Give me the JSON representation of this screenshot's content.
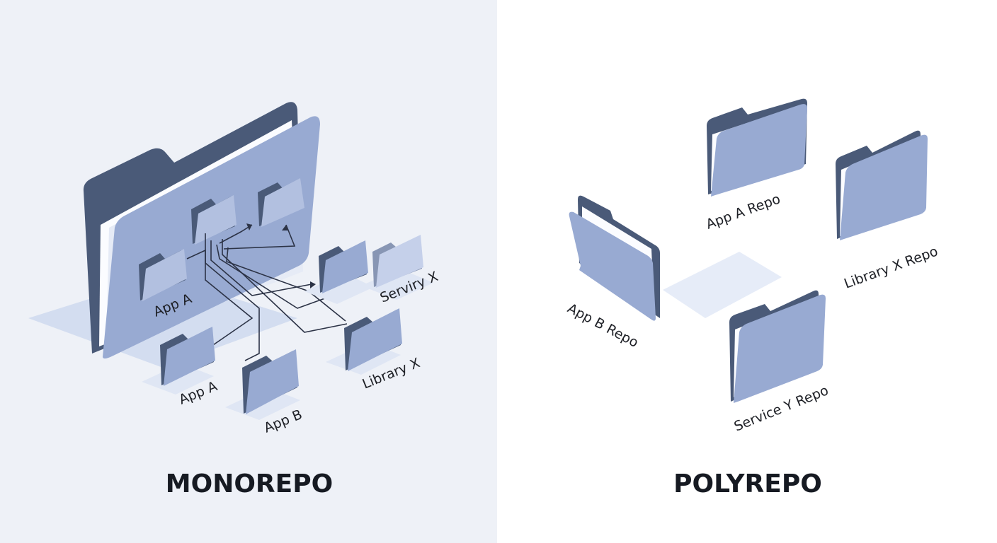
{
  "colors": {
    "left_background": "#eef1f7",
    "right_background": "#ffffff",
    "folder_back": "#4a5a78",
    "folder_front": "#98aad2",
    "folder_front_light": "#b2c0e0",
    "paper": "#fbfcff",
    "shadow": "#cad6ee",
    "connector": "#2c3346",
    "text": "#1e2026"
  },
  "monorepo": {
    "title": "MONOREPO",
    "nested_labels": {
      "app_a": "App A"
    },
    "outer_labels": {
      "app_a": "App A",
      "app_b": "App B",
      "service_x": "Serviry X",
      "library_x": "Library X"
    }
  },
  "polyrepo": {
    "title": "POLYREPO",
    "repos": {
      "app_a": "App A Repo",
      "app_b": "App B Repo",
      "library_x": "Library X Repo",
      "service_y": "Service Y Repo"
    }
  }
}
